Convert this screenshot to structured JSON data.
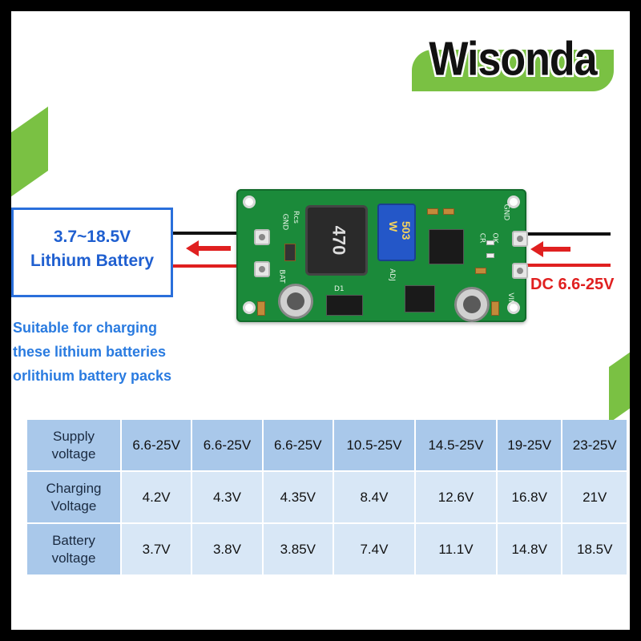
{
  "brand": {
    "name": "Wisonda"
  },
  "battery_box": {
    "voltage": "3.7~18.5V",
    "label": "Lithium Battery"
  },
  "input_label": "DC 6.6-25V",
  "pcb": {
    "silk_gnd_left": "GND",
    "silk_rcs": "Rcs",
    "silk_bat": "BAT",
    "silk_d1": "D1",
    "silk_adj": "ADJ",
    "silk_gnd_right": "GND",
    "silk_ok": "OK",
    "silk_cr": "CR",
    "silk_vin": "VIN",
    "inductor_marking": "470",
    "pot_marking": "503 W"
  },
  "suitable_text": [
    "Suitable for charging",
    "these lithium batteries",
    "orlithium battery packs"
  ],
  "table": {
    "rows": [
      {
        "header": [
          "Supply",
          "voltage"
        ],
        "values": [
          "6.6-25V",
          "6.6-25V",
          "6.6-25V",
          "10.5-25V",
          "14.5-25V",
          "19-25V",
          "23-25V"
        ]
      },
      {
        "header": [
          "Charging",
          "Voltage"
        ],
        "values": [
          "4.2V",
          "4.3V",
          "4.35V",
          "8.4V",
          "12.6V",
          "16.8V",
          "21V"
        ]
      },
      {
        "header": [
          "Battery",
          "voltage"
        ],
        "values": [
          "3.7V",
          "3.8V",
          "3.85V",
          "7.4V",
          "11.1V",
          "14.8V",
          "18.5V"
        ]
      }
    ]
  },
  "colors": {
    "accent_green": "#7ac143",
    "blue_text": "#1f5fd0",
    "red": "#e02020",
    "table_head": "#a9c8ea",
    "table_cell": "#d8e7f6"
  }
}
